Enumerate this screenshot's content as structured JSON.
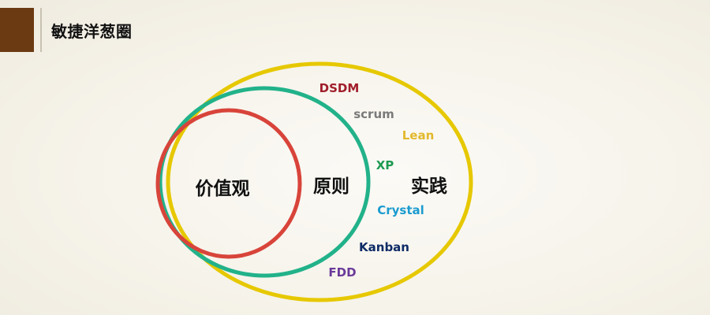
{
  "title": "敏捷洋葱圈",
  "layers": {
    "inner": {
      "label": "价值观",
      "color": "#d8443a"
    },
    "middle": {
      "label": "原则",
      "color": "#22b28a"
    },
    "outer": {
      "label": "实践",
      "color": "#e6c800"
    }
  },
  "methods": [
    {
      "label": "DSDM",
      "color": "#a11d2b"
    },
    {
      "label": "scrum",
      "color": "#7a7a7a"
    },
    {
      "label": "Lean",
      "color": "#e2b92e"
    },
    {
      "label": "XP",
      "color": "#1f9a52"
    },
    {
      "label": "Crystal",
      "color": "#1a9bd0"
    },
    {
      "label": "Kanban",
      "color": "#0e2b66"
    },
    {
      "label": "FDD",
      "color": "#6a3a9a"
    }
  ],
  "colors": {
    "title_accent": "#6b3a12",
    "background": "#f7f5ef"
  }
}
